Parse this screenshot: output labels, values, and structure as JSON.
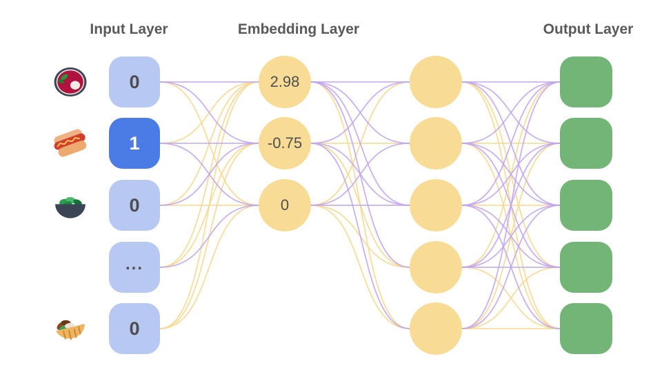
{
  "diagram": {
    "titles": {
      "input": "Input Layer",
      "embedding": "Embedding Layer",
      "output": "Output Layer"
    },
    "input_nodes": [
      {
        "label": "0",
        "highlighted": false,
        "icon": "borscht-icon"
      },
      {
        "label": "1",
        "highlighted": true,
        "icon": "hot-dog-icon"
      },
      {
        "label": "0",
        "highlighted": false,
        "icon": "salad-icon"
      },
      {
        "label": "...",
        "highlighted": false,
        "icon": null
      },
      {
        "label": "0",
        "highlighted": false,
        "icon": "stuffed-flatbread-icon"
      }
    ],
    "embedding_nodes": [
      {
        "label": "2.98"
      },
      {
        "label": "-0.75"
      },
      {
        "label": "0"
      }
    ],
    "hidden_nodes": [
      {},
      {},
      {},
      {},
      {}
    ],
    "output_nodes": [
      {},
      {},
      {},
      {},
      {}
    ],
    "colors": {
      "input_box": "#b7c9f3",
      "input_box_active": "#4b7be5",
      "embedding_circle": "#f8dc95",
      "output_box": "#72b577",
      "title_text": "#595959",
      "node_text": "#4d4d4d"
    },
    "connections": {
      "palette": {
        "purple": "#c0a3ee",
        "gold": "#f6d78c"
      },
      "input_to_embedding": [
        "PPY",
        "YPP",
        "YPY",
        "YYP",
        "YYY"
      ],
      "embedding_to_hidden": [
        "PPPPY",
        "PYPYP",
        "YPPYY"
      ],
      "hidden_to_output": [
        "PPPYY",
        "PYPPY",
        "PPYPP",
        "YPPPY",
        "PYPYY"
      ]
    }
  }
}
